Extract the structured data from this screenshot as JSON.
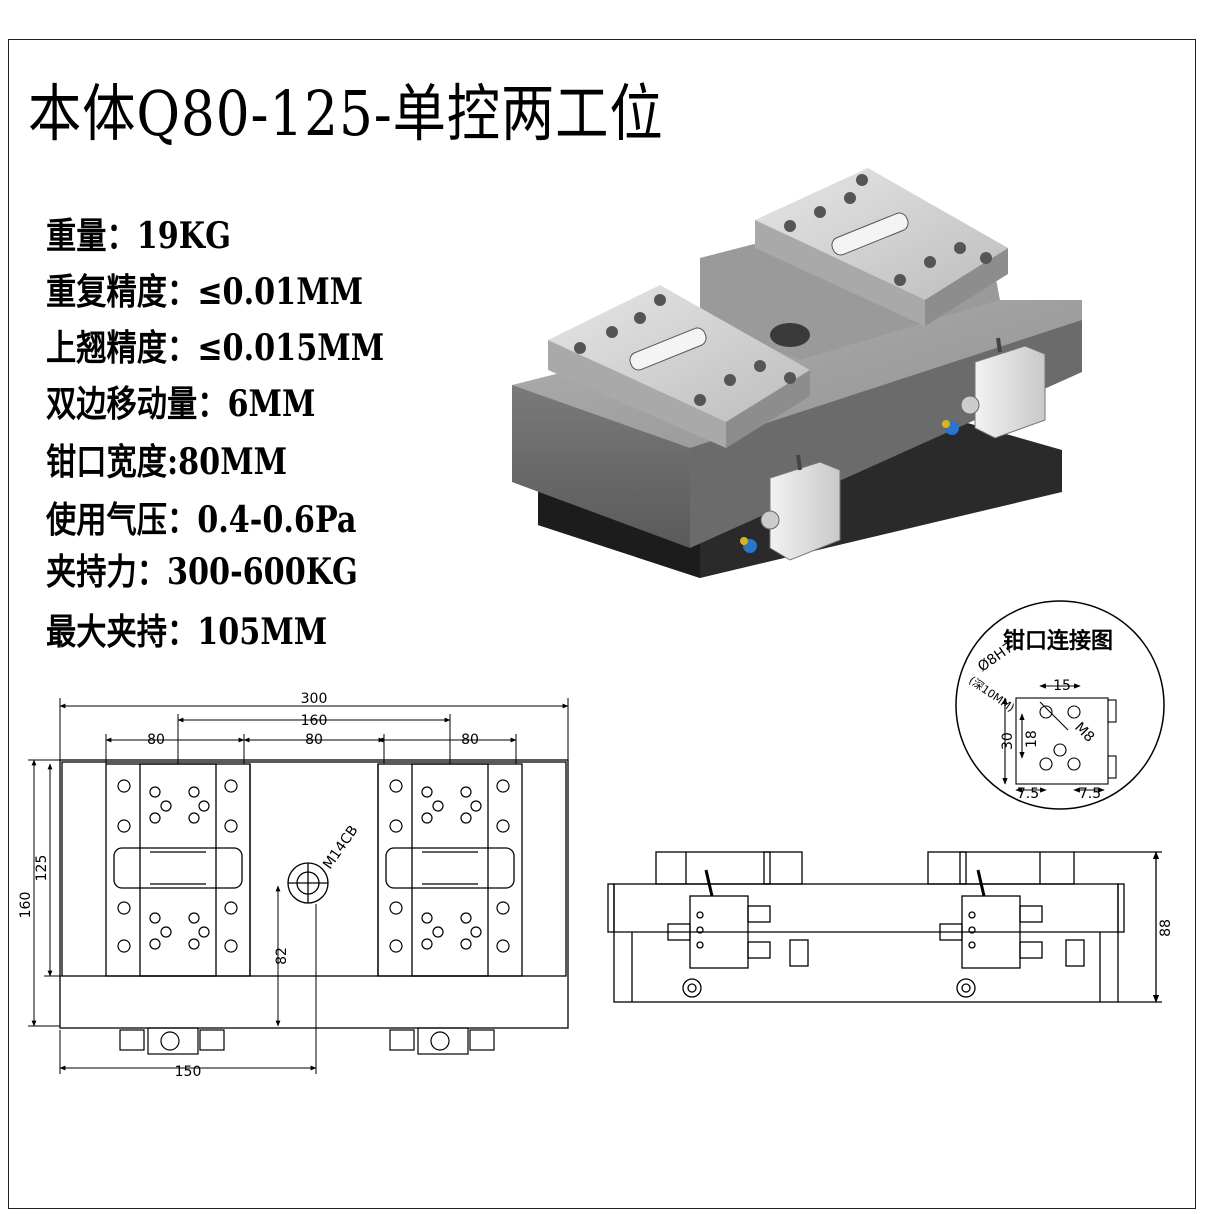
{
  "title": "本体Q80-125-单控两工位",
  "specs": [
    "重量：19KG",
    "重复精度：≤0.01MM",
    "上翘精度：≤0.015MM",
    "双边移动量：6MM",
    "钳口宽度:80MM",
    "使用气压：0.4-0.6Pa",
    "夹持力：300-600KG",
    "最大夹持：105MM"
  ],
  "top_view": {
    "dim_300": "300",
    "dim_160": "160",
    "dim_80_left": "80",
    "dim_80_mid": "80",
    "dim_80_right": "80",
    "dim_160_vert": "160",
    "dim_125_vert": "125",
    "dim_82_vert": "82",
    "dim_150": "150",
    "hole_label": "M14CB"
  },
  "jaw_detail": {
    "title": "钳口连接图",
    "dowel": "Ø8H7",
    "dowel_depth": "(深10MM)",
    "dim_15": "15",
    "dim_18": "18",
    "dim_30": "30",
    "thread": "M8",
    "dim_7_5_left": "7.5",
    "dim_7_5_right": "7.5"
  },
  "side_view": {
    "dim_88": "88"
  }
}
